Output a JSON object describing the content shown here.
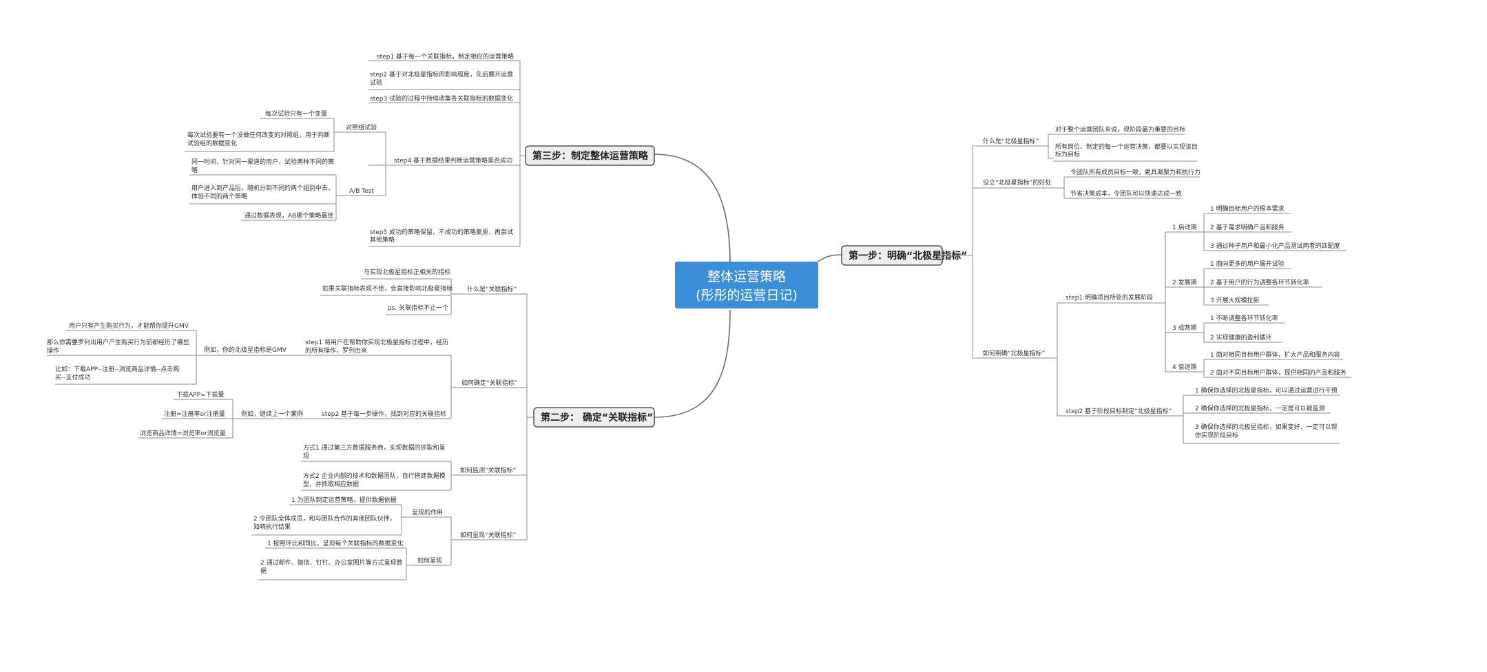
{
  "root": {
    "line1": "整体运营策略",
    "line2": "(彤彤的运营日记)",
    "color": "#3b8fd9"
  },
  "step1": {
    "title": "第一步：明确“北极星指标”",
    "what": "什么是“北极星指标”",
    "what_a": "对于整个运营团队来说，现阶段最为重要的目标",
    "what_b1": "所有岗位、制定的每一个运营决策，都要以实现该目",
    "what_b2": "标为目标",
    "benefit": "设立“北极星指标”的好处",
    "benefit_a": "令团队所有成员目标一致，更具凝聚力和执行力",
    "benefit_b": "节省决策成本，令团队可以快速达成一致",
    "how": "如何明确“北极星指标”",
    "s1": "step1 明确项目所处的发展阶段",
    "p1": "1 启动期",
    "p1a": "1 明确目标用户的根本需求",
    "p1b": "2 基于需求明确产品和服务",
    "p1c": "3 通过种子用户和最小化产品测试两者的匹配度",
    "p2": "2 发展期",
    "p2a": "1 面向更多的用户展开试验",
    "p2b": "2 基于用户的行为调整各环节转化率",
    "p2c": "3 开展大规模拉新",
    "p3": "3 成熟期",
    "p3a": "1 不断调整各环节转化率",
    "p3b": "2 实现健康的盈利循环",
    "p4": "4 衰退期",
    "p4a": "1 面对相同目标用户群体，扩大产品和服务内容",
    "p4b": "2 面对不同目标用户群体，提供相同的产品和服务",
    "s2": "step2 基于阶段目标制定“北极星指标”",
    "s2a": "1 确保你选择的北极星指标，可以通过运营进行干预",
    "s2b": "2 确保你选择的北极星指标，一定是可以被监测",
    "s2c1": "3 确保你选择的北极星指标，如果变好，一定可以帮",
    "s2c2": "你实现阶段目标"
  },
  "step2": {
    "title": "第二步： 确定“关联指标”",
    "what": "什么是“关联指标”",
    "what_a": "与实现北极星指标正相关的指标",
    "what_b": "如果关联指标表现不佳，会直接影响北极星指标",
    "what_c": "ps. 关联指标不止一个",
    "how": "如何确定“关联指标”",
    "how_s1a": "step1 将用户在帮助你实现北极星指标过程中，经历",
    "how_s1b": "的所有操作，罗列出来",
    "eg1": "例如，你的北极星指标是GMV",
    "eg1a": "用户只有产生购买行为，才能帮你提升GMV",
    "eg1b1": "那么你需要罗列出用户产生购买行为前都经历了哪些",
    "eg1b2": "操作",
    "eg1c1": "比如：下载APP--注册--浏览商品详情--点击购",
    "eg1c2": "买--支付成功",
    "how_s2": "step2 基于每一步操作，找到对应的关联指标",
    "eg2": "例如，继续上一个案例",
    "eg2a": "下载APP=下载量",
    "eg2b": "注册=注册率or注册量",
    "eg2c": "浏览商品详情=浏览率or浏览量",
    "monitor": "如何监测“关联指标”",
    "m1a": "方式1 通过第三方数据服务商，实现数据的抓取和呈",
    "m1b": "现",
    "m2a": "方式2 企业内部的技术和数据团队，自行搭建数据模",
    "m2b": "型，并抓取相应数据",
    "present": "如何呈现“关联指标”",
    "role": "呈现的作用",
    "role_a": "1 为团队制定运营策略，提供数据依据",
    "role_b1": "2 令团队全体成员，和与团队合作的其他团队伙伴，",
    "role_b2": "知晓执行结果",
    "way": "如何呈现",
    "way_a": "1 按照环比和同比，呈现每个关联指标的数据变化",
    "way_b1": "2 通过邮件、微信、钉钉、办公室图片等方式呈现数",
    "way_b2": "据"
  },
  "step3": {
    "title": "第三步：制定整体运营策略",
    "s1": "step1 基于每一个关联指标，制定相应的运营策略",
    "s2a": "step2 基于对北极星指标的影响程度，先后展开运营",
    "s2b": "试验",
    "s3": "step3 试验的过程中持续收集各关联指标的数据变化",
    "s4": "step4 基于数据结果判断运营策略是否成功",
    "ctrl": "对照组试验",
    "ctrl_a": "每次试验只有一个变量",
    "ctrl_b1": "每次试验要有一个没做任何改变的对照组，用于判断",
    "ctrl_b2": "试验组的数据变化",
    "ab": "A/B Test",
    "ab_a1": "同一时间，针对同一渠道的用户，试验两种不同的策",
    "ab_a2": "略",
    "ab_b1": "用户进入到产品后，随机分到不同的两个组别中去，",
    "ab_b2": "体验不同的两个策略",
    "ab_c": "通过数据表现，AB哪个策略最佳",
    "s5a": "step5 成功的策略保留，不成功的策略复原，再尝试",
    "s5b": "其他策略"
  }
}
